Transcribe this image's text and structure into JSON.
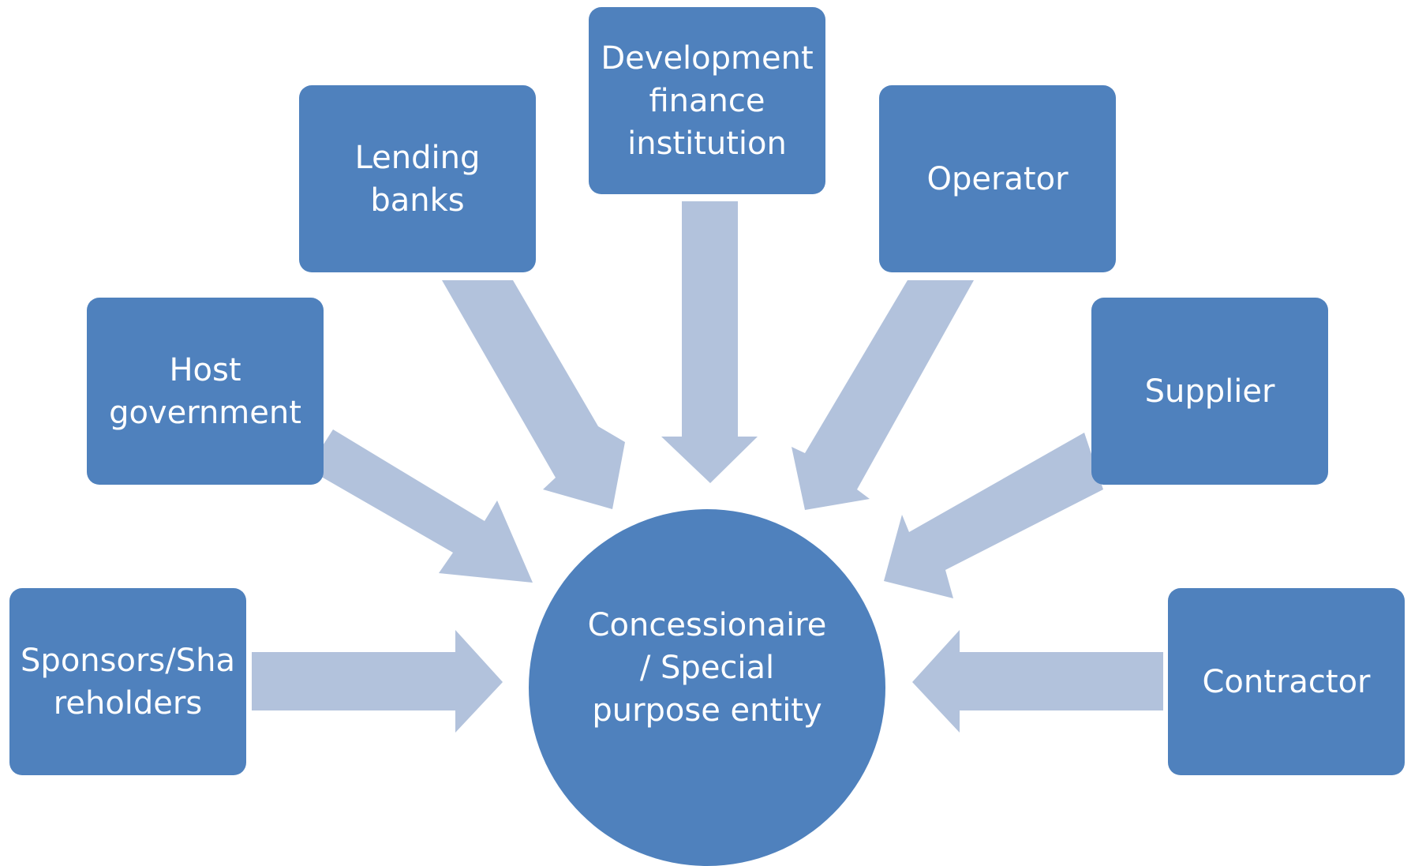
{
  "diagram": {
    "nodes": {
      "sponsors": "Sponsors/Sha\nreholders",
      "host_government": "Host\ngovernment",
      "lending_banks": "Lending\nbanks",
      "development_finance": "Development\nfinance\ninstitution",
      "operator": "Operator",
      "supplier": "Supplier",
      "contractor": "Contractor",
      "center": "Concessionaire\n/ Special\npurpose entity"
    },
    "colors": {
      "node_fill": "#4f81bd",
      "arrow_fill": "#b2c2dc",
      "text": "#ffffff"
    }
  }
}
